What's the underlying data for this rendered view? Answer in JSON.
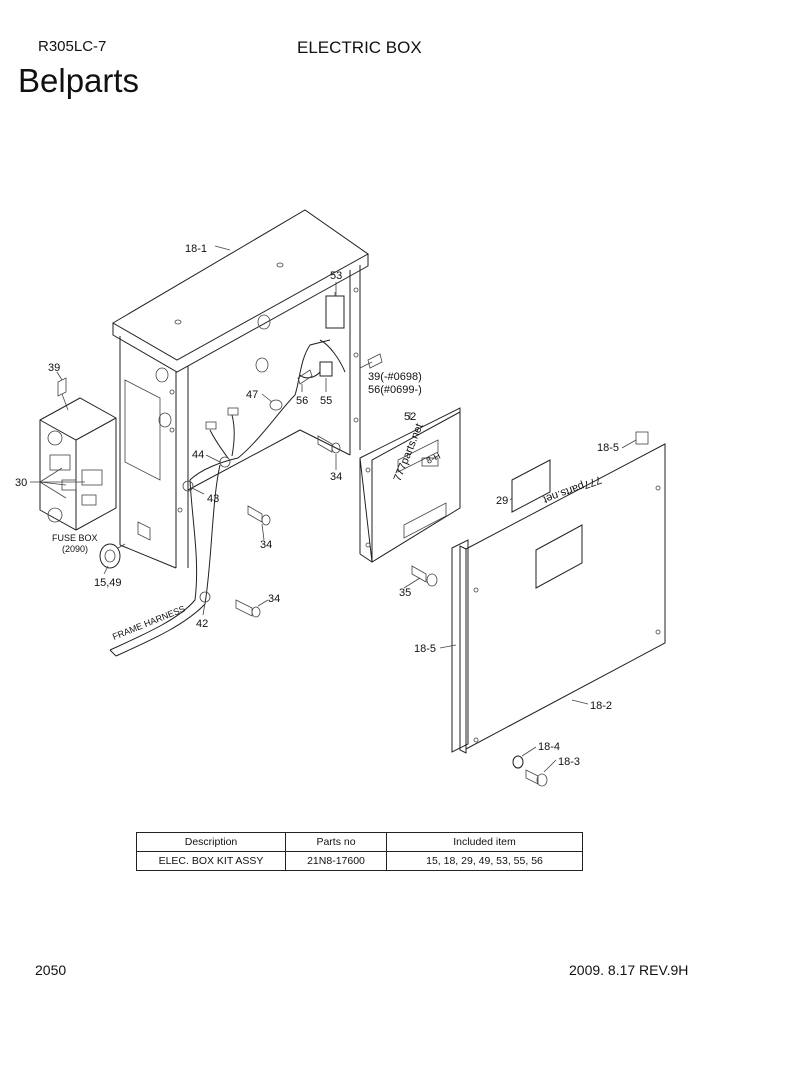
{
  "header": {
    "model": "R305LC-7",
    "title": "ELECTRIC BOX",
    "brand": "Belparts"
  },
  "diagram": {
    "watermarks": [
      "777parts.net",
      "777parts.net"
    ],
    "callouts": {
      "p18_1": "18-1",
      "p53": "53",
      "p39a": "39",
      "p39b": "39(-#0698)",
      "p56b": "56(#0699-)",
      "p47": "47",
      "p56": "56",
      "p55": "55",
      "p52": "52",
      "p18_5a": "18-5",
      "p30": "30",
      "p44": "44",
      "p43": "43",
      "p34a": "34",
      "p34b": "34",
      "p34c": "34",
      "p29": "29",
      "p15_49": "15,49",
      "p35": "35",
      "p42": "42",
      "p18_5b": "18-5",
      "p18_2": "18-2",
      "p18_4": "18-4",
      "p18_3": "18-3"
    },
    "labels": {
      "fuse_box": "FUSE BOX",
      "fuse_box_ref": "(2090)",
      "frame_harness": "FRAME HARNESS",
      "connector_marks": "8-H"
    }
  },
  "table": {
    "headers": [
      "Description",
      "Parts no",
      "Included item"
    ],
    "rows": [
      [
        "ELEC. BOX KIT ASSY",
        "21N8-17600",
        "15, 18, 29, 49, 53, 55, 56"
      ]
    ]
  },
  "footer": {
    "page": "2050",
    "revision": "2009. 8.17  REV.9H"
  }
}
